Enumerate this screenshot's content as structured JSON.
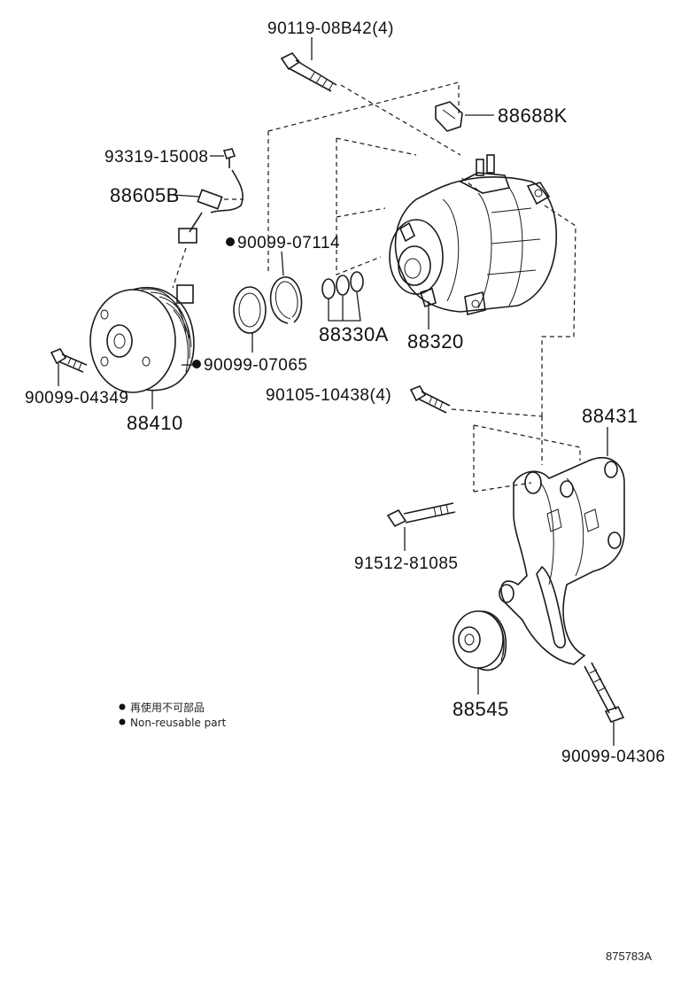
{
  "parts": [
    {
      "id": "bolt-top",
      "label": "90119-08B42(4)",
      "non_reusable": false
    },
    {
      "id": "bracket-small",
      "label": "88688K",
      "non_reusable": false
    },
    {
      "id": "screw",
      "label": "93319-15008",
      "non_reusable": false
    },
    {
      "id": "wire-harness",
      "label": "88605B",
      "non_reusable": false
    },
    {
      "id": "snap-ring",
      "label": "90099-07114",
      "non_reusable": true
    },
    {
      "id": "o-rings",
      "label": "88330A",
      "non_reusable": false
    },
    {
      "id": "compressor",
      "label": "88320",
      "non_reusable": false
    },
    {
      "id": "washer",
      "label": "90099-07065",
      "non_reusable": true
    },
    {
      "id": "clutch-bolt",
      "label": "90099-04349",
      "non_reusable": false
    },
    {
      "id": "clutch-pulley",
      "label": "88410",
      "non_reusable": false
    },
    {
      "id": "mount-bolts",
      "label": "90105-10438(4)",
      "non_reusable": false
    },
    {
      "id": "mount-bracket",
      "label": "88431",
      "non_reusable": false
    },
    {
      "id": "long-bolt",
      "label": "91512-81085",
      "non_reusable": false
    },
    {
      "id": "idler-pulley",
      "label": "88545",
      "non_reusable": false
    },
    {
      "id": "lower-bolt",
      "label": "90099-04306",
      "non_reusable": false
    }
  ],
  "legend": {
    "line_ja": "再使用不可部品",
    "line_en": "Non-reusable part"
  },
  "illustration_id": "875783A"
}
